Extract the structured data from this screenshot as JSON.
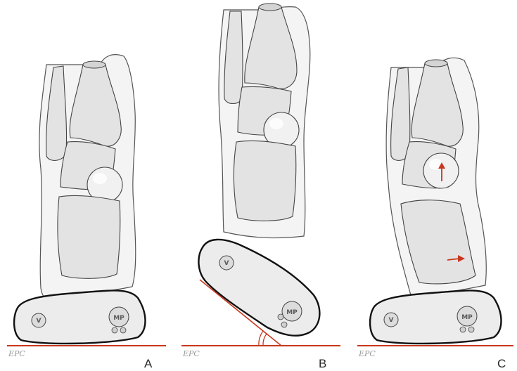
{
  "colors": {
    "ground_line": "#c8381e",
    "outline": "#222222",
    "soft_tissue": "#f4f4f4",
    "bone": "#e3e3e3",
    "bone_shadow": "#cfcfcf",
    "arrow": "#c8381e"
  },
  "panels": [
    {
      "id": "A",
      "letter": "A",
      "signature": "EPC",
      "bone_label_mc5": "V",
      "bone_label_mc1": "MP"
    },
    {
      "id": "B",
      "letter": "B",
      "signature": "EPC",
      "bone_label_mc5": "V",
      "bone_label_mc1": "MP"
    },
    {
      "id": "C",
      "letter": "C",
      "signature": "EPC",
      "bone_label_mc5": "V",
      "bone_label_mc1": "MP"
    }
  ]
}
